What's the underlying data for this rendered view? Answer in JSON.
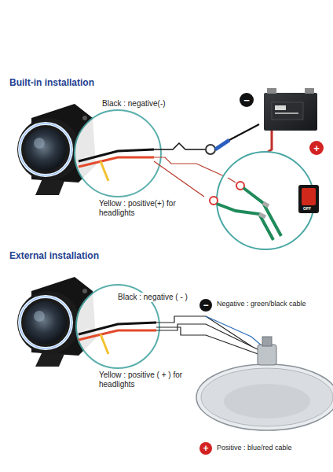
{
  "diagram": {
    "labels": [
      "Built-in installation",
      "Black : negative(-)",
      "Yellow : positive(+) for headlights",
      "−",
      "+",
      "OFF",
      "External installation",
      "Black : negative ( - )",
      "Yellow : positive ( + ) for headlights",
      "−",
      "Negative : green/black cable",
      "+",
      "Positive : blue/red cable"
    ]
  }
}
